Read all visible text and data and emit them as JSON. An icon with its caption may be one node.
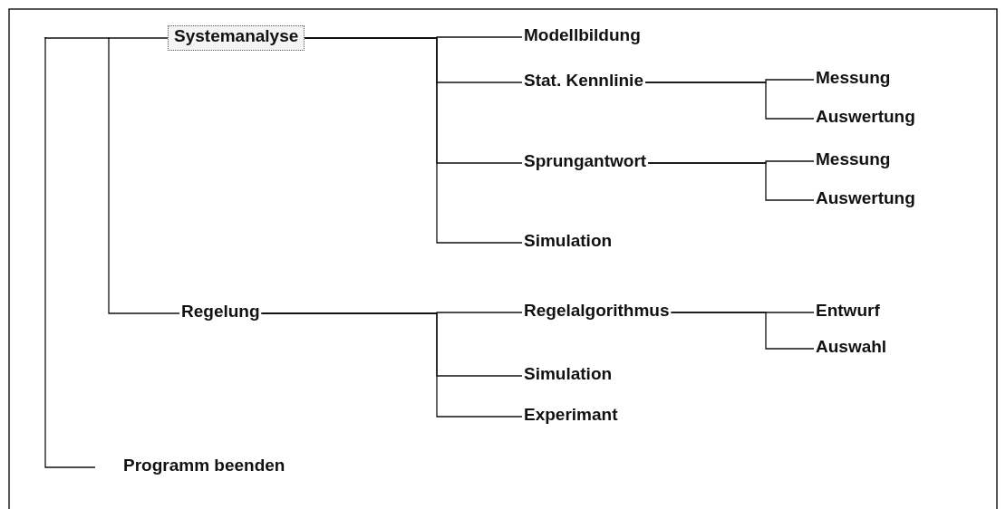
{
  "diagram": {
    "nodes": [
      {
        "text": [
          "Systemanalyse"
        ]
      },
      {
        "text": [
          "Modellbildung"
        ]
      },
      {
        "text": [
          "Stat. Kennlinie"
        ]
      },
      {
        "text": [
          "Messung"
        ]
      },
      {
        "text": [
          "Auswertung"
        ]
      },
      {
        "text": [
          "Sprungantwort"
        ]
      },
      {
        "text": [
          "Messung"
        ]
      },
      {
        "text": [
          "Auswertung"
        ]
      },
      {
        "text": [
          "Simulation"
        ]
      },
      {
        "text": [
          "Regelung"
        ]
      },
      {
        "text": [
          "Regelalgorithmus"
        ]
      },
      {
        "text": [
          "Entwurf"
        ]
      },
      {
        "text": [
          "Auswahl"
        ]
      },
      {
        "text": [
          "Simulation"
        ]
      },
      {
        "text": [
          "Experimant"
        ]
      },
      {
        "text": [
          "Programm beenden"
        ]
      }
    ],
    "edges": [
      {
        "from": null,
        "to": 0,
        "arrow": "none"
      },
      {
        "from": null,
        "to": 9,
        "arrow": "none"
      },
      {
        "from": null,
        "to": 15,
        "arrow": "none"
      },
      {
        "from": 0,
        "to": 1,
        "arrow": "none"
      },
      {
        "from": 0,
        "to": 2,
        "arrow": "none"
      },
      {
        "from": 0,
        "to": 5,
        "arrow": "none"
      },
      {
        "from": 0,
        "to": 8,
        "arrow": "none"
      },
      {
        "from": 2,
        "to": 3,
        "arrow": "none"
      },
      {
        "from": 2,
        "to": 4,
        "arrow": "none"
      },
      {
        "from": 5,
        "to": 6,
        "arrow": "none"
      },
      {
        "from": 5,
        "to": 7,
        "arrow": "none"
      },
      {
        "from": 9,
        "to": 10,
        "arrow": "none"
      },
      {
        "from": 9,
        "to": 13,
        "arrow": "none"
      },
      {
        "from": 9,
        "to": 14,
        "arrow": "none"
      },
      {
        "from": 10,
        "to": 11,
        "arrow": "none"
      },
      {
        "from": 10,
        "to": 12,
        "arrow": "none"
      }
    ]
  }
}
